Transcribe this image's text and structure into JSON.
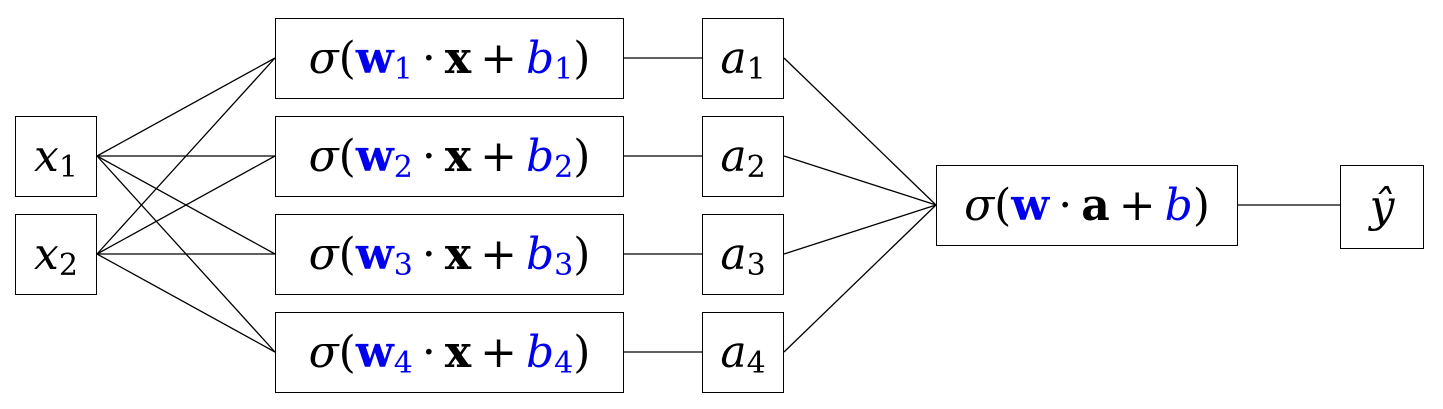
{
  "colors": {
    "line": "#000000",
    "weight_bias": "#0000ee"
  },
  "inputs": [
    {
      "var": "x",
      "sub": "1"
    },
    {
      "var": "x",
      "sub": "2"
    }
  ],
  "hidden_neurons": [
    {
      "sigma": "σ",
      "open": "(",
      "w": "w",
      "w_sub": "1",
      "dot": "·",
      "x": "x",
      "plus": "+",
      "b": "b",
      "b_sub": "1",
      "close": ")"
    },
    {
      "sigma": "σ",
      "open": "(",
      "w": "w",
      "w_sub": "2",
      "dot": "·",
      "x": "x",
      "plus": "+",
      "b": "b",
      "b_sub": "2",
      "close": ")"
    },
    {
      "sigma": "σ",
      "open": "(",
      "w": "w",
      "w_sub": "3",
      "dot": "·",
      "x": "x",
      "plus": "+",
      "b": "b",
      "b_sub": "3",
      "close": ")"
    },
    {
      "sigma": "σ",
      "open": "(",
      "w": "w",
      "w_sub": "4",
      "dot": "·",
      "x": "x",
      "plus": "+",
      "b": "b",
      "b_sub": "4",
      "close": ")"
    }
  ],
  "activations": [
    {
      "var": "a",
      "sub": "1"
    },
    {
      "var": "a",
      "sub": "2"
    },
    {
      "var": "a",
      "sub": "3"
    },
    {
      "var": "a",
      "sub": "4"
    }
  ],
  "output_neuron": {
    "sigma": "σ",
    "open": "(",
    "w": "w",
    "dot": "·",
    "a": "a",
    "plus": "+",
    "b": "b",
    "close": ")"
  },
  "prediction": {
    "label": "ŷ"
  }
}
